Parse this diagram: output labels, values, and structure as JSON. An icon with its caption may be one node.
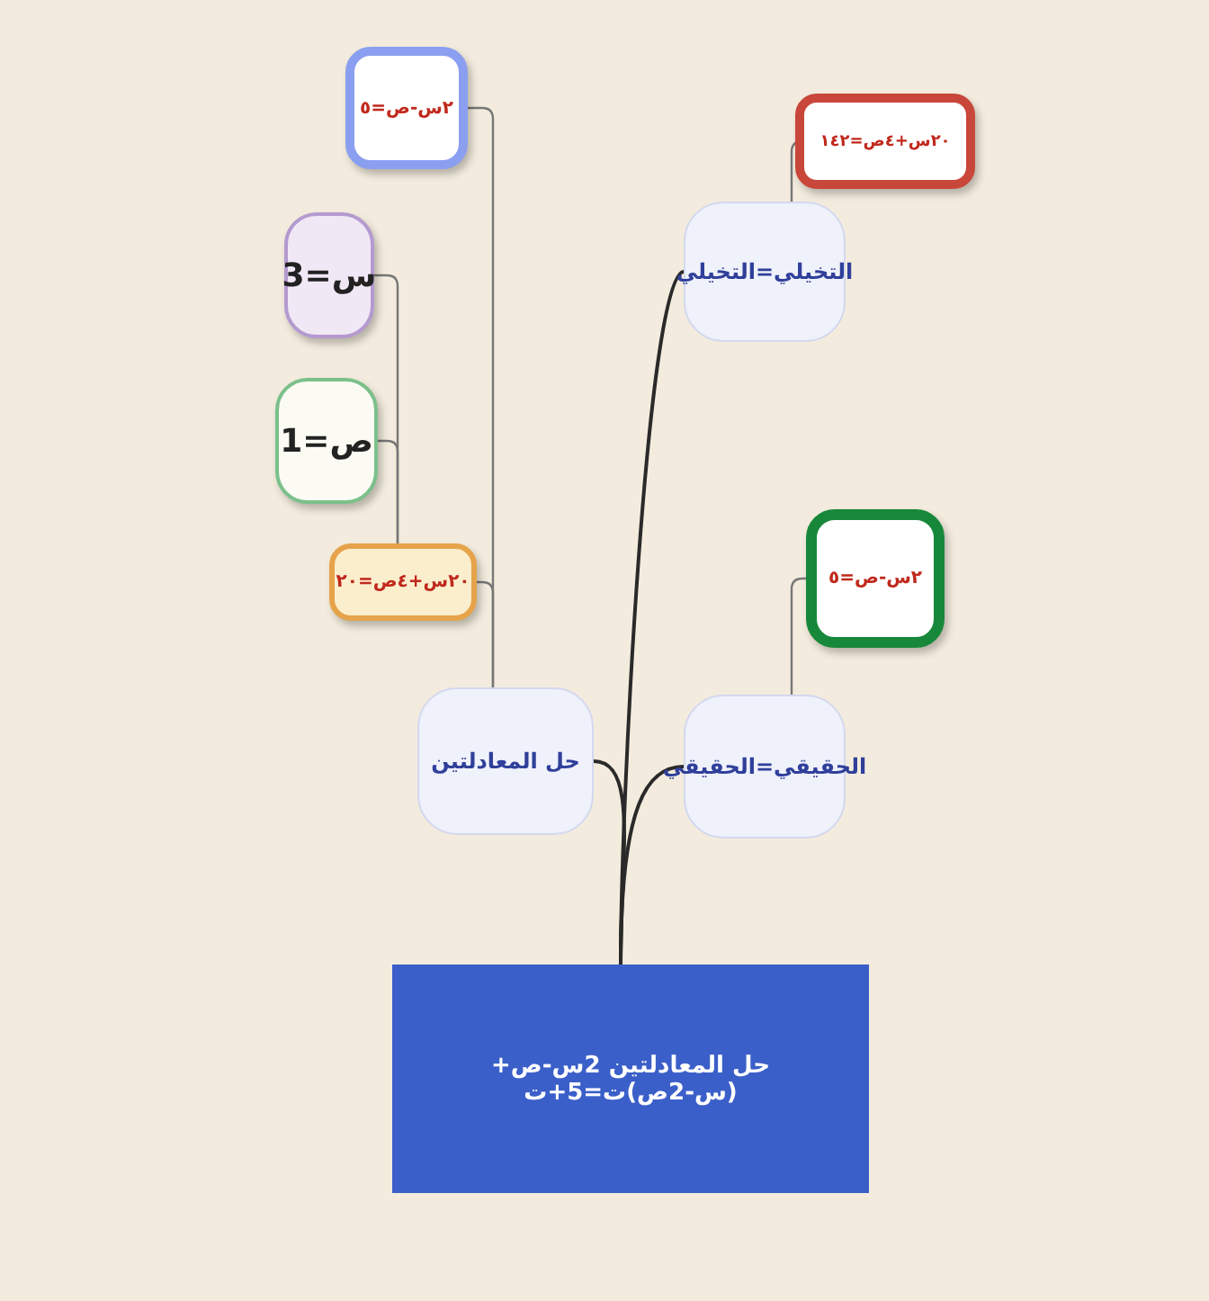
{
  "diagram": {
    "nodes": [
      {
        "text": [
          "حل المعادلتين 2س-ص+(س-2ص)ت=5+ت"
        ]
      },
      {
        "text": [
          "حل المعادلتين"
        ]
      },
      {
        "text": [
          "٢س-ص=٥"
        ]
      },
      {
        "text": [
          "٢٠س+٤ص=٢٠"
        ]
      },
      {
        "text": [
          "س=3"
        ]
      },
      {
        "text": [
          "ص=1"
        ]
      },
      {
        "text": [
          "التخيلي=التخيلي"
        ]
      },
      {
        "text": [
          "٢٠س+٤ص=١٤٢"
        ]
      },
      {
        "text": [
          "الحقيقي=الحقيقي"
        ]
      },
      {
        "text": [
          "٢س-ص=٥"
        ]
      }
    ],
    "edges": [
      {
        "from": 0,
        "to": 1,
        "arrow": "none"
      },
      {
        "from": 0,
        "to": 6,
        "arrow": "none"
      },
      {
        "from": 0,
        "to": 8,
        "arrow": "none"
      },
      {
        "from": 1,
        "to": 2,
        "arrow": "none"
      },
      {
        "from": 1,
        "to": 3,
        "arrow": "none"
      },
      {
        "from": 3,
        "to": 4,
        "arrow": "none"
      },
      {
        "from": 3,
        "to": 5,
        "arrow": "none"
      },
      {
        "from": 6,
        "to": 7,
        "arrow": "none"
      },
      {
        "from": 8,
        "to": 9,
        "arrow": "none"
      }
    ]
  }
}
